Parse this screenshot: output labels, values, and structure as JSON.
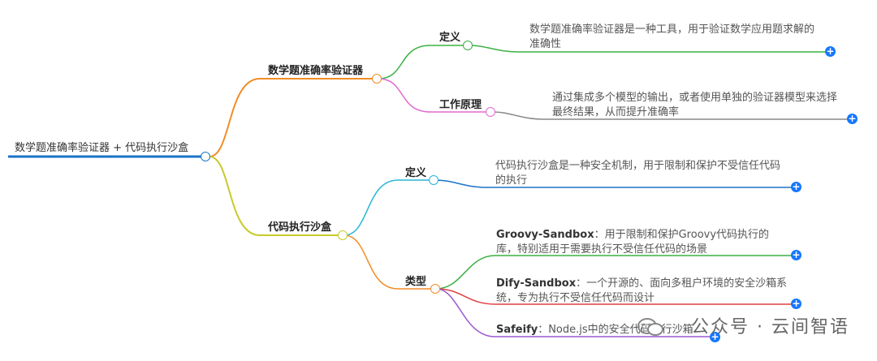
{
  "root": {
    "label": "数学题准确率验证器 + 代码执行沙盒"
  },
  "branches": [
    {
      "label": "数学题准确率验证器",
      "children": [
        {
          "label": "定义",
          "text": "数学题准确率验证器是一种工具，用于验证数学应用题求解的准确性"
        },
        {
          "label": "工作原理",
          "text": "通过集成多个模型的输出，或者使用单独的验证器模型来选择最终结果，从而提升准确率"
        }
      ]
    },
    {
      "label": "代码执行沙盒",
      "children": [
        {
          "label": "定义",
          "text": "代码执行沙盒是一种安全机制，用于限制和保护不受信任代码的执行"
        },
        {
          "label": "类型",
          "items": [
            {
              "name": "Groovy-Sandbox",
              "text": "：用于限制和保护Groovy代码执行的库，特别适用于需要执行不受信任代码的场景"
            },
            {
              "name": "Dify-Sandbox",
              "text": "：一个开源的、面向多租户环境的安全沙箱系统，专为执行不受信任代码而设计"
            },
            {
              "name": "Safeify",
              "text": "：Node.js中的安全代码执行沙箱"
            }
          ]
        }
      ]
    }
  ],
  "expand_symbol": "+",
  "watermark": {
    "text": "公众号 · 云间智语"
  },
  "colors": {
    "root": "#1a73c8",
    "branch1": "#f28c28",
    "branch2": "#c9c92a",
    "def1": "#3cb043",
    "work": "#e06ad0",
    "def2": "#27b6d6",
    "type": "#f28c28",
    "groovy": "#3cb043",
    "dify": "#e04040",
    "safeify": "#9b59d0",
    "plus": "#1677ff"
  }
}
